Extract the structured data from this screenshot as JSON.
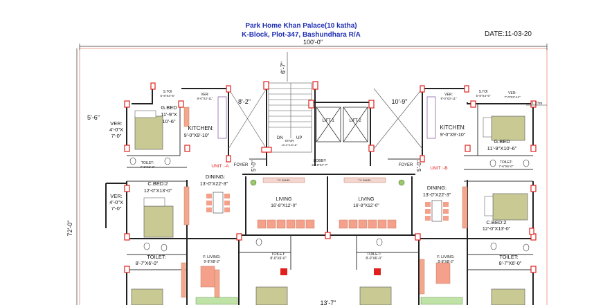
{
  "header": {
    "title": "Park Home  Khan Palace(10 katha)",
    "address": "K-Block, Plot-347, Bashundhara R/A",
    "date": "DATE:11-03-20"
  },
  "dimensions": {
    "overall_width": "100'-0\"",
    "overall_depth": "72'-0\"",
    "top_setback": "6'-7\"",
    "left_offset": "5'-6\"",
    "stair_left": "8'-2\"",
    "stair_right": "10'-9\"",
    "lobby_left": "5'-0\"",
    "lobby_right": "5'-0\"",
    "bottom_center": "13'-7\"",
    "scale_right": "1.27m"
  },
  "core": {
    "lift1": "LIFT-1",
    "lift2": "LIFT-2",
    "stair": "STAIR",
    "stair_size": "10'-0\"X10'-8\"",
    "dn": "DN",
    "up": "UP",
    "lobby": "LOBBY",
    "lobby_size": "21'-8\"X7'-7\""
  },
  "unit_a": {
    "name": "UNIT :-A",
    "s_toi": "S.TOI",
    "s_toi_size": "5'-8\"X4'-6\"",
    "ver_top": "VER:",
    "ver_top_size": "9'-0\"X3'-11\"",
    "g_bed": "G.BED",
    "g_bed_size1": "11'-9\"X",
    "g_bed_size2": "10'-6\"",
    "kitchen": "KITCHEN:",
    "kitchen_size": "9'-0\"X9'-10\"",
    "ver_left": "VER:",
    "ver_left_size1": "4'-0\"X",
    "ver_left_size2": "7'-0\"",
    "toilet1": "TOILET:",
    "toilet1_size": "7'-6\"X6'-0\"",
    "foyer": "FOYER",
    "dining": "DINING:",
    "dining_size": "13'-0\"X22'-3\"",
    "c_bed": "C.BED:2",
    "c_bed_size": "12'-0\"X13'-0\"",
    "ver_left2": "VER:",
    "ver_left2_size1": "4'-0\"X",
    "ver_left2_size2": "7'-0\"",
    "living": "LIVING",
    "living_size": "16'-8\"X12'-0\"",
    "tv_panel": "TV PANEL",
    "toilet2": "TOILET:",
    "toilet2_size": "8'-7\"X6'-0\"",
    "f_living": "F. LIVING:",
    "f_living_size": "9'-8\"X8'-2\"",
    "toilet3": "TOILET:",
    "toilet3_size": "8'-0\"X6'-0\""
  },
  "unit_b": {
    "name": "UNIT :-B",
    "s_toi": "S.TOI",
    "s_toi_size": "5'-8\"X4'-6\"",
    "ver_top1": "VER:",
    "ver_top1_size": "9'-0\"X3'-11\"",
    "ver_top2": "VER:",
    "ver_top2_size": "7'-0\"X3'-11\"",
    "kitchen": "KITCHEN:",
    "kitchen_size": "9'-0\"X9'-10\"",
    "g_bed": "G.BED",
    "g_bed_size": "11'-9\"X10'-6\"",
    "toilet1": "TOILET:",
    "toilet1_size": "7'-6\"X6'-0\"",
    "foyer": "FOYER",
    "dining": "DINING:",
    "dining_size": "13'-0\"X22'-3\"",
    "c_bed": "C.BED:2",
    "c_bed_size": "12'-0\"X13'-0\"",
    "living": "LIVING",
    "living_size": "16'-8\"X12'-0\"",
    "tv_panel": "TV PANEL",
    "toilet2": "TOILET:",
    "toilet2_size": "8'-7\"X6'-0\"",
    "f_living": "F. LIVING:",
    "f_living_size": "9'-8\"X8'-2\"",
    "toilet3": "TOILET:",
    "toilet3_size": "8'-0\"X6'-0\""
  },
  "colors": {
    "wall": "#222222",
    "title_blue": "#1f2fb4",
    "unit_red": "#e0201c",
    "column_red": "#e0201c",
    "sofa": "#f4a08a",
    "bed": "#c9c994",
    "tv_panel": "#f3d6cf",
    "wardrobe": "#f2a88c",
    "plot_line": "#e8a090"
  }
}
